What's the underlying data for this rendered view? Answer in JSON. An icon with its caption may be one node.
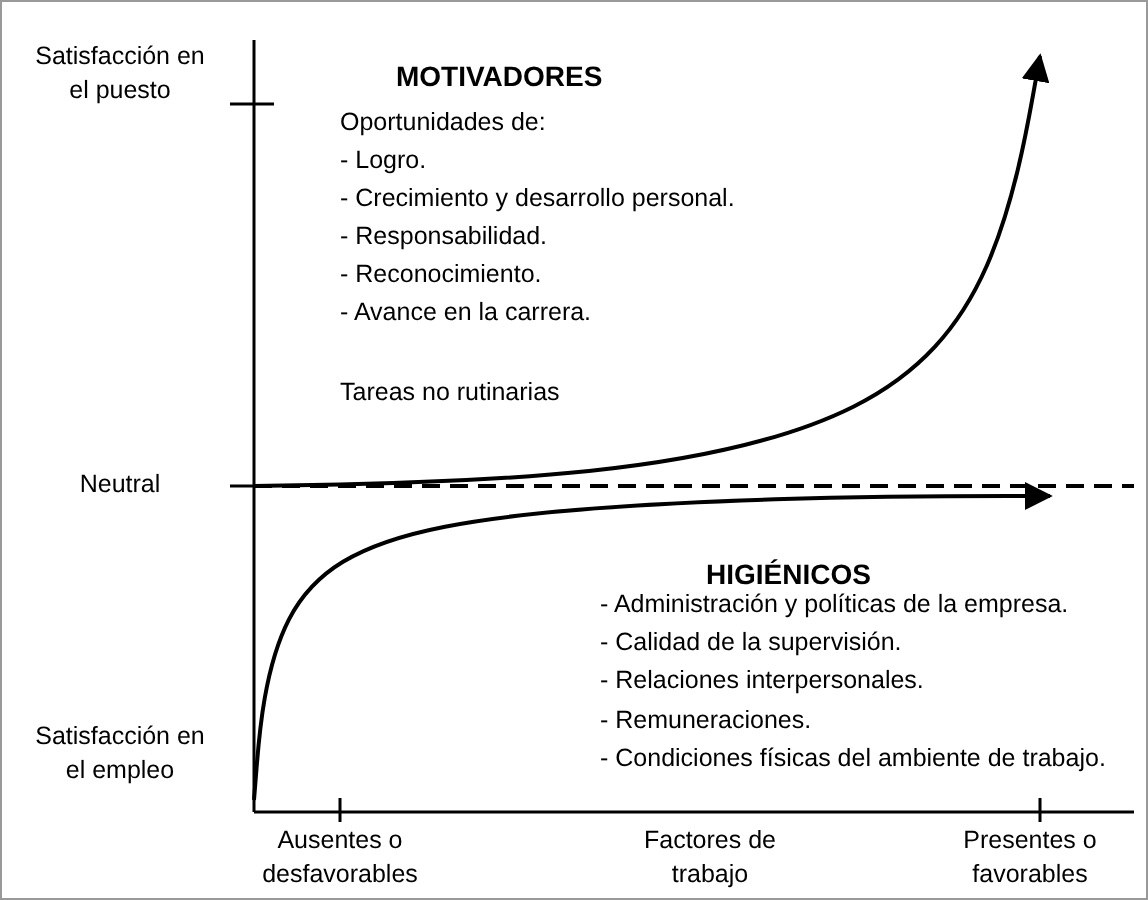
{
  "diagram": {
    "labels": [
      "Satisfacción en el puesto",
      "MOTIVADORES",
      "Oportunidades de:",
      "- Logro.",
      "- Crecimiento y desarrollo personal.",
      "- Responsabilidad.",
      "- Reconocimiento.",
      "- Avance en la carrera.",
      "Tareas no rutinarias",
      "Neutral",
      "HIGIÉNICOS",
      "- Administración y políticas de la empresa.",
      "- Calidad de la supervisión.",
      "- Relaciones interpersonales.",
      "- Remuneraciones.",
      "- Condiciones físicas del ambiente de trabajo.",
      "Satisfacción en el empleo",
      "Ausentes o desfavorables",
      "Factores de trabajo",
      "Presentes o favorables"
    ]
  }
}
